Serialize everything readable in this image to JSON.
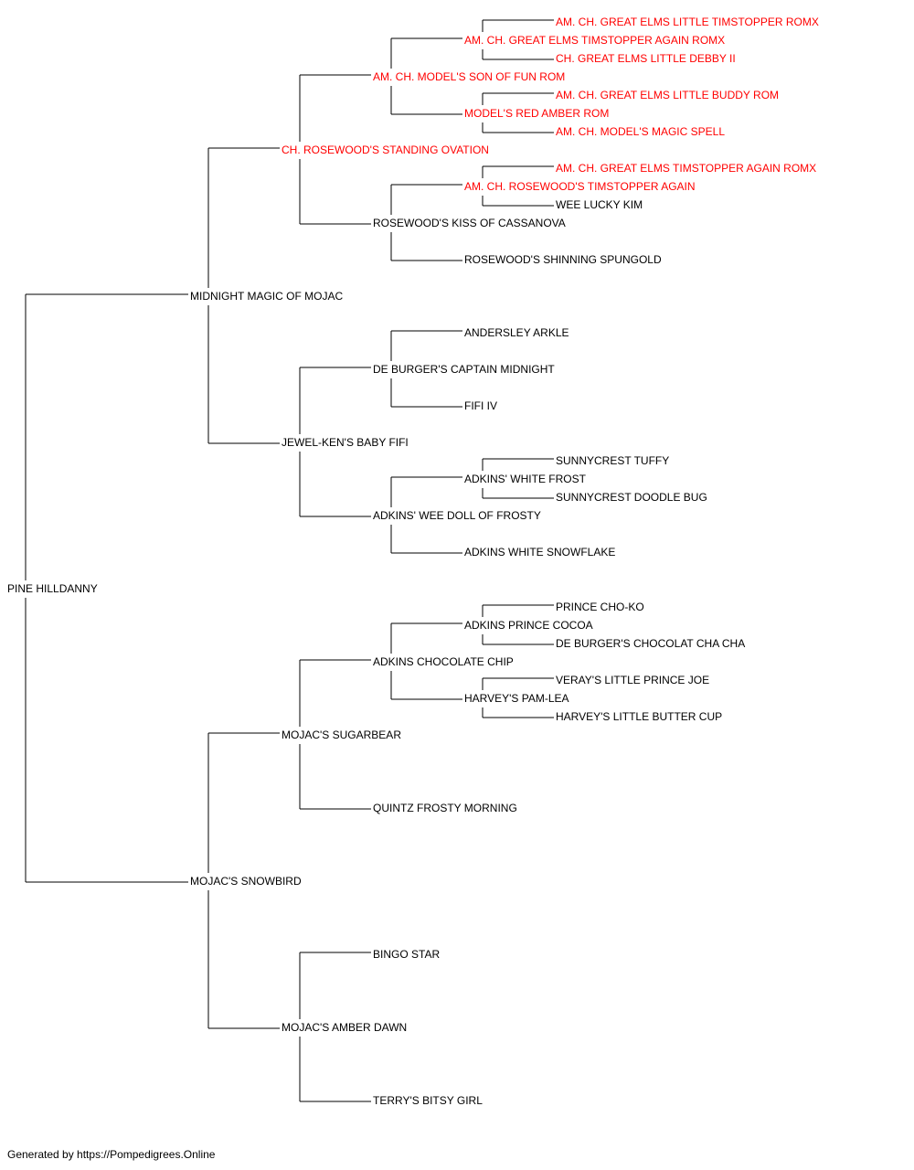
{
  "highlight_color": "#ff0000",
  "text_color": "#000000",
  "line_color": "#000000",
  "pedigree": {
    "name": "PINE HILLDANNY",
    "highlight": false,
    "sire": {
      "name": "MIDNIGHT MAGIC OF MOJAC",
      "highlight": false,
      "sire": {
        "name": "CH. ROSEWOOD'S STANDING OVATION",
        "highlight": true,
        "sire": {
          "name": "AM. CH. MODEL'S SON OF FUN ROM",
          "highlight": true,
          "sire": {
            "name": "AM. CH. GREAT ELMS TIMSTOPPER AGAIN ROMX",
            "highlight": true,
            "sire": {
              "name": "AM. CH. GREAT ELMS LITTLE TIMSTOPPER ROMX",
              "highlight": true
            },
            "dam": {
              "name": "CH. GREAT ELMS LITTLE DEBBY II",
              "highlight": true
            }
          },
          "dam": {
            "name": "MODEL'S RED AMBER ROM",
            "highlight": true,
            "sire": {
              "name": "AM. CH. GREAT ELMS LITTLE BUDDY ROM",
              "highlight": true
            },
            "dam": {
              "name": "AM. CH. MODEL'S MAGIC SPELL",
              "highlight": true
            }
          }
        },
        "dam": {
          "name": "ROSEWOOD'S KISS OF CASSANOVA",
          "highlight": false,
          "sire": {
            "name": "AM. CH. ROSEWOOD'S TIMSTOPPER AGAIN",
            "highlight": true,
            "sire": {
              "name": "AM. CH. GREAT ELMS TIMSTOPPER AGAIN ROMX",
              "highlight": true
            },
            "dam": {
              "name": "WEE LUCKY KIM",
              "highlight": false
            }
          },
          "dam": {
            "name": "ROSEWOOD'S SHINNING SPUNGOLD",
            "highlight": false
          }
        }
      },
      "dam": {
        "name": "JEWEL-KEN'S BABY FIFI",
        "highlight": false,
        "sire": {
          "name": "DE BURGER'S CAPTAIN MIDNIGHT",
          "highlight": false,
          "sire": {
            "name": "ANDERSLEY ARKLE",
            "highlight": false
          },
          "dam": {
            "name": "FIFI IV",
            "highlight": false
          }
        },
        "dam": {
          "name": "ADKINS' WEE DOLL OF FROSTY",
          "highlight": false,
          "sire": {
            "name": "ADKINS' WHITE FROST",
            "highlight": false,
            "sire": {
              "name": "SUNNYCREST TUFFY",
              "highlight": false
            },
            "dam": {
              "name": "SUNNYCREST DOODLE BUG",
              "highlight": false
            }
          },
          "dam": {
            "name": "ADKINS WHITE SNOWFLAKE",
            "highlight": false
          }
        }
      }
    },
    "dam": {
      "name": "MOJAC'S SNOWBIRD",
      "highlight": false,
      "sire": {
        "name": "MOJAC'S SUGARBEAR",
        "highlight": false,
        "sire": {
          "name": "ADKINS CHOCOLATE CHIP",
          "highlight": false,
          "sire": {
            "name": "ADKINS PRINCE COCOA",
            "highlight": false,
            "sire": {
              "name": "PRINCE CHO-KO",
              "highlight": false
            },
            "dam": {
              "name": "DE BURGER'S CHOCOLAT CHA CHA",
              "highlight": false
            }
          },
          "dam": {
            "name": "HARVEY'S PAM-LEA",
            "highlight": false,
            "sire": {
              "name": "VERAY'S LITTLE PRINCE JOE",
              "highlight": false
            },
            "dam": {
              "name": "HARVEY'S LITTLE BUTTER CUP",
              "highlight": false
            }
          }
        },
        "dam": {
          "name": "QUINTZ FROSTY MORNING",
          "highlight": false
        }
      },
      "dam": {
        "name": "MOJAC'S AMBER DAWN",
        "highlight": false,
        "sire": {
          "name": "BINGO STAR",
          "highlight": false
        },
        "dam": {
          "name": "TERRY'S BITSY GIRL",
          "highlight": false
        }
      }
    }
  },
  "footer": "Generated by https://Pompedigrees.Online"
}
